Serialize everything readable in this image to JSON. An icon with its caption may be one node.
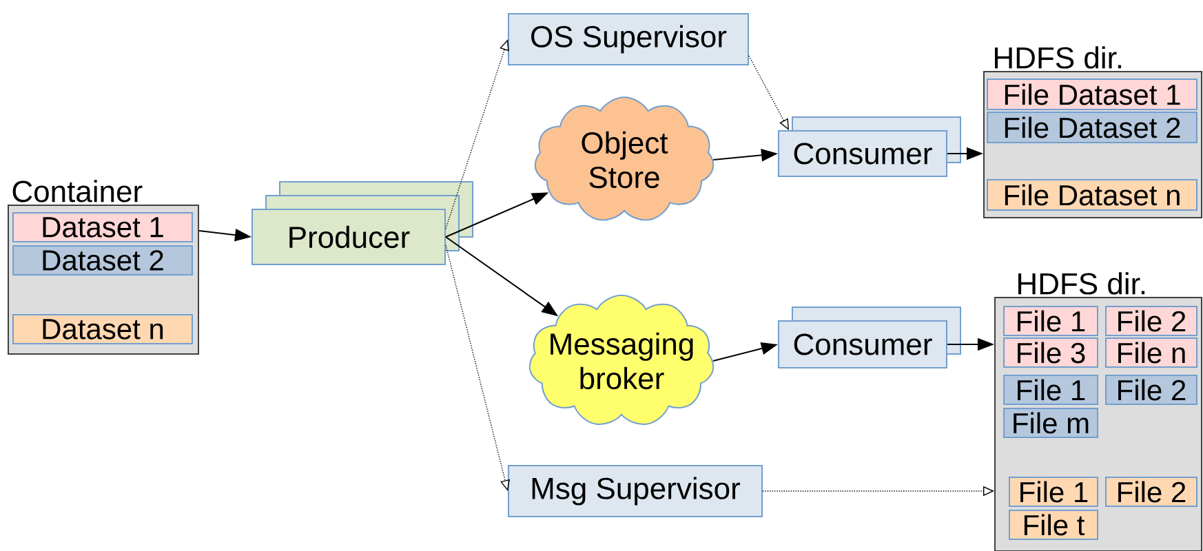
{
  "diagram": {
    "nodes": [
      {
        "text": [
          "Container"
        ]
      },
      {
        "text": [
          "Dataset 1"
        ],
        "in": 0
      },
      {
        "text": [
          "Dataset 2"
        ],
        "in": 0
      },
      {
        "text": [
          "Dataset n"
        ],
        "in": 0
      },
      {
        "text": [
          "Producer"
        ]
      },
      {
        "text": [
          "OS Supervisor"
        ]
      },
      {
        "text": [
          "Object Store"
        ]
      },
      {
        "text": [
          "Messaging broker"
        ]
      },
      {
        "text": [
          "Msg Supervisor"
        ]
      },
      {
        "text": [
          "Consumer"
        ]
      },
      {
        "text": [
          "Consumer"
        ]
      },
      {
        "text": [
          "HDFS dir."
        ]
      },
      {
        "text": [
          "File Dataset 1"
        ],
        "in": 11
      },
      {
        "text": [
          "File Dataset 2"
        ],
        "in": 11
      },
      {
        "text": [
          "File Dataset n"
        ],
        "in": 11
      },
      {
        "text": [
          "HDFS dir."
        ]
      },
      {
        "text": [
          "File 1"
        ],
        "in": 15
      },
      {
        "text": [
          "File 2"
        ],
        "in": 15
      },
      {
        "text": [
          "File 3"
        ],
        "in": 15
      },
      {
        "text": [
          "File n"
        ],
        "in": 15
      },
      {
        "text": [
          "File 1"
        ],
        "in": 15
      },
      {
        "text": [
          "File 2"
        ],
        "in": 15
      },
      {
        "text": [
          "File m"
        ],
        "in": 15
      },
      {
        "text": [
          "File 1"
        ],
        "in": 15
      },
      {
        "text": [
          "File 2"
        ],
        "in": 15
      },
      {
        "text": [
          "File t"
        ],
        "in": 15
      }
    ],
    "edges": [
      {
        "from": 0,
        "to": 4,
        "arrow": "to"
      },
      {
        "from": 4,
        "to": 6,
        "arrow": "to"
      },
      {
        "from": 4,
        "to": 7,
        "arrow": "to"
      },
      {
        "from": 4,
        "to": 5,
        "arrow": "to",
        "style": "dashed"
      },
      {
        "from": 4,
        "to": 8,
        "arrow": "to",
        "style": "dashed"
      },
      {
        "from": 5,
        "to": 9,
        "arrow": "to",
        "style": "dashed"
      },
      {
        "from": 6,
        "to": 9,
        "arrow": "to"
      },
      {
        "from": 7,
        "to": 10,
        "arrow": "to"
      },
      {
        "from": 9,
        "to": 11,
        "arrow": "to"
      },
      {
        "from": 10,
        "to": 15,
        "arrow": "to"
      },
      {
        "from": 8,
        "to": 15,
        "arrow": "to",
        "style": "dashed"
      }
    ]
  }
}
